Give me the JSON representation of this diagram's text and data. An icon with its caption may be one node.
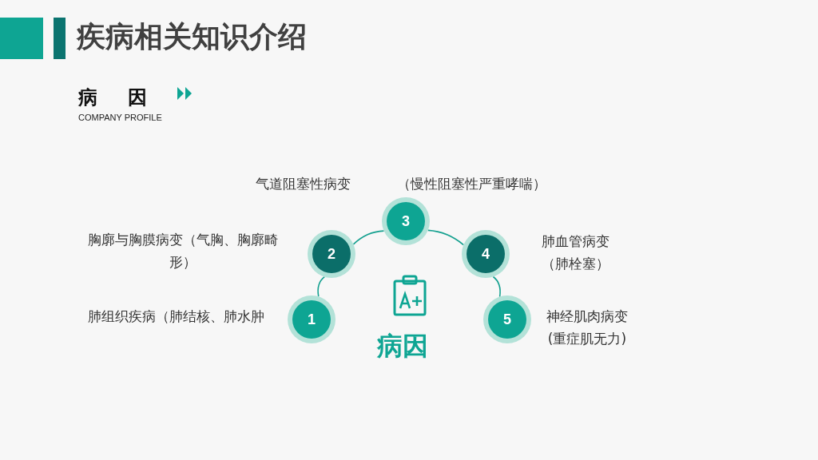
{
  "diagram": {
    "title": "疾病相关知识介绍",
    "nodes": [
      {
        "text": [
          "1"
        ],
        "beside": [
          "肺组织疾病（肺结核、肺水肿"
        ]
      },
      {
        "text": [
          "2"
        ],
        "beside": [
          "胸廓与胸膜病变（气胸、胸廓畸形）"
        ]
      },
      {
        "text": [
          "3"
        ],
        "beside": [
          "气道阻塞性病变",
          "（慢性阻塞性严重哮喘）"
        ]
      },
      {
        "text": [
          "4"
        ],
        "beside": [
          "肺血管病变（肺栓塞）"
        ]
      },
      {
        "text": [
          "5"
        ],
        "beside": [
          "神经肌肉病变(重症肌无力)"
        ]
      }
    ],
    "edges": [
      {
        "from": 0,
        "to": 1,
        "arrow": "none"
      },
      {
        "from": 1,
        "to": 2,
        "arrow": "none"
      },
      {
        "from": 2,
        "to": 3,
        "arrow": "none"
      },
      {
        "from": 3,
        "to": 4,
        "arrow": "none"
      }
    ],
    "labels": [
      "病因",
      "COMPANY PROFILE",
      "病因"
    ]
  }
}
